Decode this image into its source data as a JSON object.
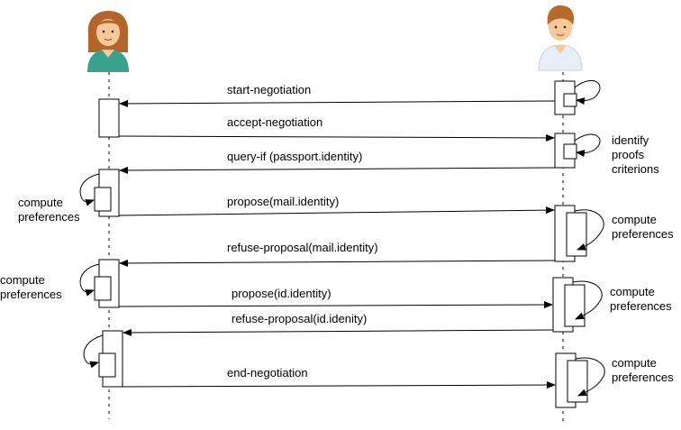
{
  "actors": [
    {
      "id": "left",
      "role": "female-user-icon"
    },
    {
      "id": "right",
      "role": "male-user-icon"
    }
  ],
  "messages": [
    {
      "label": "start-negotiation",
      "direction": "right-to-left"
    },
    {
      "label": "accept-negotiation",
      "direction": "left-to-right"
    },
    {
      "label": "query-if (passport.identity)",
      "direction": "right-to-left"
    },
    {
      "label": "propose(mail.identity)",
      "direction": "left-to-right"
    },
    {
      "label": "refuse-proposal(mail.identity)",
      "direction": "right-to-left"
    },
    {
      "label": "propose(id.identity)",
      "direction": "left-to-right"
    },
    {
      "label": "refuse-proposal(id.idenity)",
      "direction": "right-to-left"
    },
    {
      "label": "end-negotiation",
      "direction": "left-to-right"
    }
  ],
  "notes": {
    "right_identify": [
      "identify",
      "proofs",
      "criterions"
    ],
    "right_compute_1": [
      "compute",
      "preferences"
    ],
    "right_compute_2": [
      "compute",
      "preferences"
    ],
    "right_compute_3": [
      "compute",
      "preferences"
    ],
    "left_compute_1": [
      "compute",
      "preferences"
    ],
    "left_compute_2": [
      "compute",
      "preferences"
    ]
  },
  "colors": {
    "line": "#000000",
    "female_shirt": "#3aa18f",
    "female_hair": "#b5652a",
    "male_shirt": "#e8eef8",
    "male_hair": "#b86a2a",
    "skin": "#f6c99a"
  }
}
